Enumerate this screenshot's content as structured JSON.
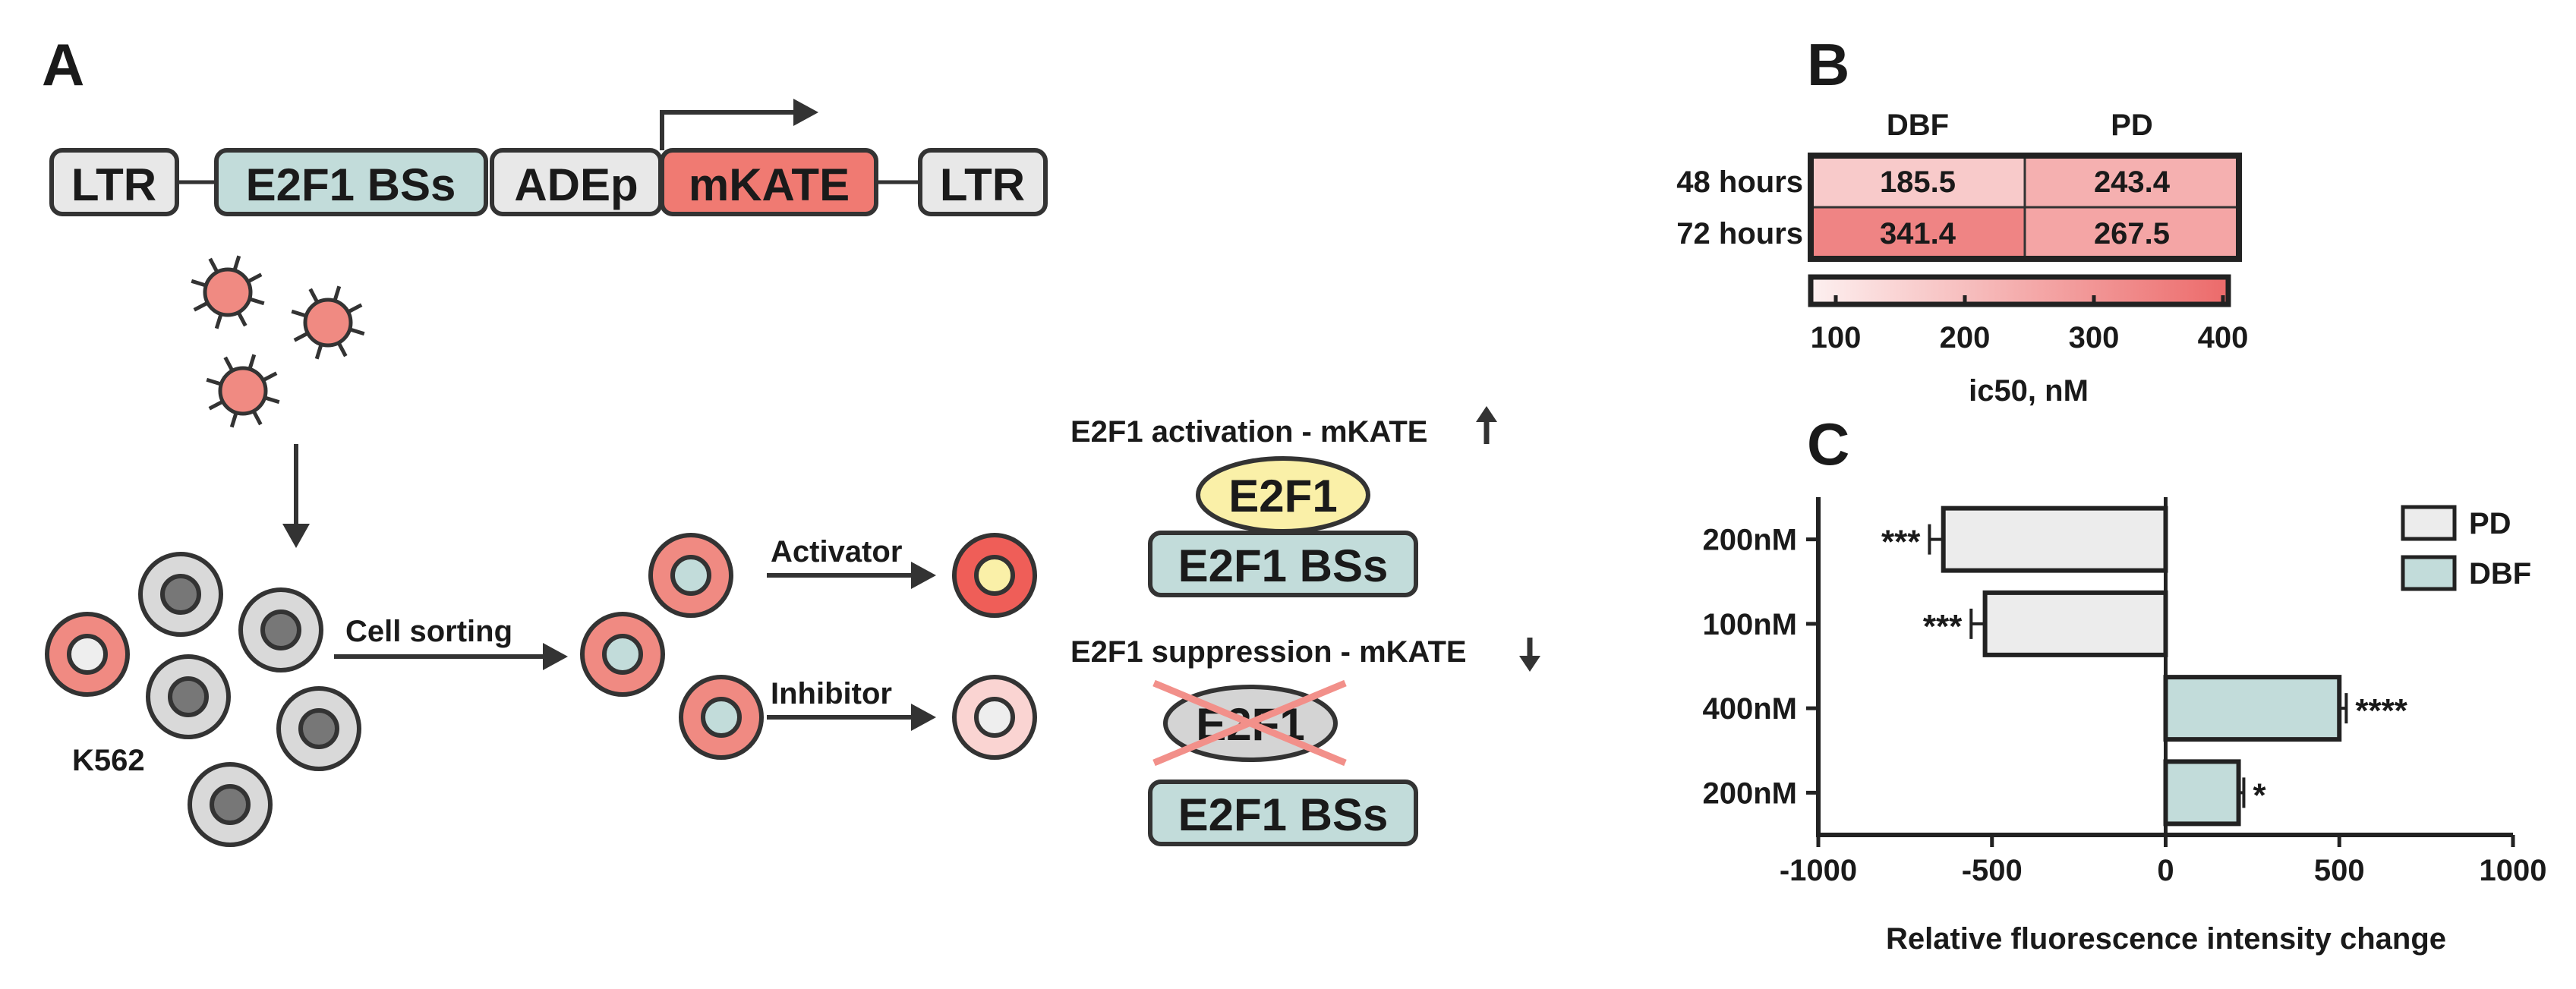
{
  "panels": {
    "a": "A",
    "b": "B",
    "c": "C"
  },
  "construct": {
    "ltr_left": "LTR",
    "binding_sites": "E2F1 BSs",
    "promoter": "ADEp",
    "reporter": "mKATE",
    "ltr_right": "LTR"
  },
  "workflow": {
    "cell_line": "K562",
    "sorting": "Cell sorting",
    "activator": "Activator",
    "inhibitor": "Inhibitor"
  },
  "mechanism": {
    "activation_text": "E2F1 activation - mKATE",
    "suppression_text": "E2F1 suppression - mKATE",
    "factor": "E2F1",
    "sites": "E2F1 BSs"
  },
  "heatmap": {
    "columns": [
      "DBF",
      "PD"
    ],
    "rows": [
      {
        "label": "48 hours",
        "values": [
          "185.5",
          "243.4"
        ]
      },
      {
        "label": "72 hours",
        "values": [
          "341.4",
          "267.5"
        ]
      }
    ],
    "scale_ticks": [
      "100",
      "200",
      "300",
      "400"
    ],
    "scale_label": "ic50, nM",
    "colors": {
      "low": "#fdf0f0",
      "high": "#ec6a6a"
    }
  },
  "chart_data": {
    "type": "bar",
    "orientation": "horizontal",
    "categories": [
      "200nM",
      "100nM",
      "400nM",
      "200nM"
    ],
    "series": [
      {
        "name": "PD",
        "color": "#ececec",
        "values": [
          -640,
          -520,
          null,
          null
        ],
        "errors": [
          40,
          40,
          null,
          null
        ],
        "sig": [
          "***",
          "***",
          null,
          null
        ]
      },
      {
        "name": "DBF",
        "color": "#c2dcda",
        "values": [
          null,
          null,
          500,
          210
        ],
        "errors": [
          null,
          null,
          20,
          15
        ],
        "sig": [
          null,
          null,
          "****",
          "*"
        ]
      }
    ],
    "xlabel": "Relative fluorescence intensity change",
    "xlim": [
      -1000,
      1000
    ],
    "xticks": [
      "-1000",
      "-500",
      "0",
      "500",
      "1000"
    ],
    "legend": "top-right"
  },
  "colors": {
    "salmon": "#f08a82",
    "mkate": "#f07a72",
    "teal": "#c2dcda",
    "grey_box": "#e8e8e8",
    "yellow": "#faf0a8",
    "cell_grey": "#d9d9d9",
    "nucleus_grey": "#777777",
    "cross": "#f2908a"
  }
}
